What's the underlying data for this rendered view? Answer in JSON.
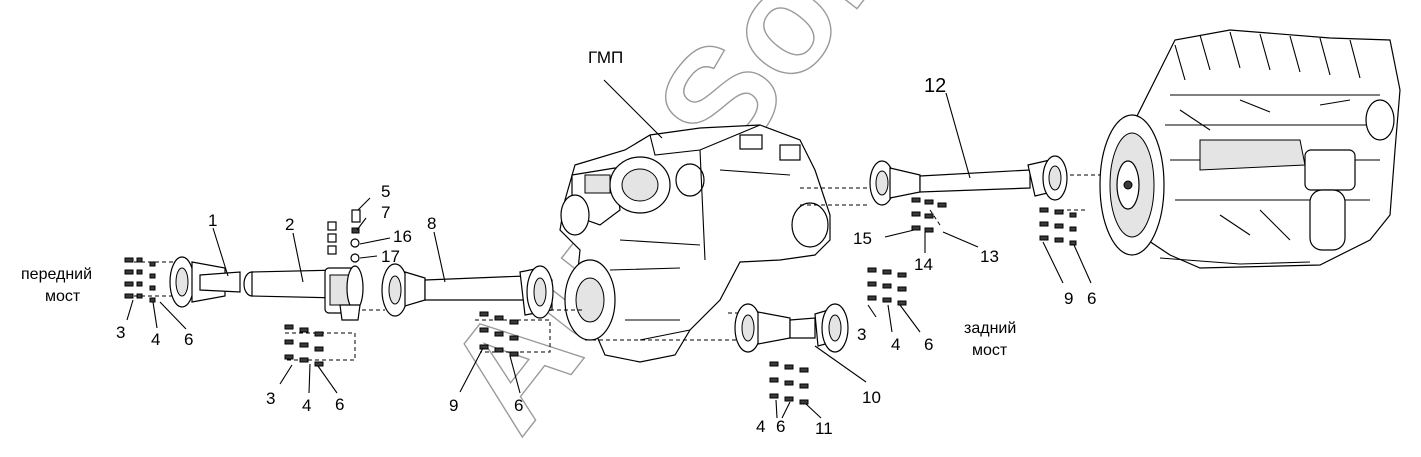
{
  "labels": {
    "front_axle_line1": "передний",
    "front_axle_line2": "мост",
    "rear_axle_line1": "задний",
    "rear_axle_line2": "мост",
    "gmp": "ГМП",
    "n1": "1",
    "n2": "2",
    "n3a": "3",
    "n4a": "4",
    "n6a": "6",
    "n3b": "3",
    "n4b": "4",
    "n6b": "6",
    "n5": "5",
    "n7": "7",
    "n16": "16",
    "n17": "17",
    "n8": "8",
    "n9a": "9",
    "n6c": "6",
    "n3c": "3",
    "n4c": "4",
    "n6d": "6",
    "n10": "10",
    "n4d": "4",
    "n6e": "6",
    "n11": "11",
    "n12": "12",
    "n15": "15",
    "n14": "14",
    "n13": "13",
    "n9b": "9",
    "n6f": "6"
  },
  "watermark": "AutoSoft"
}
